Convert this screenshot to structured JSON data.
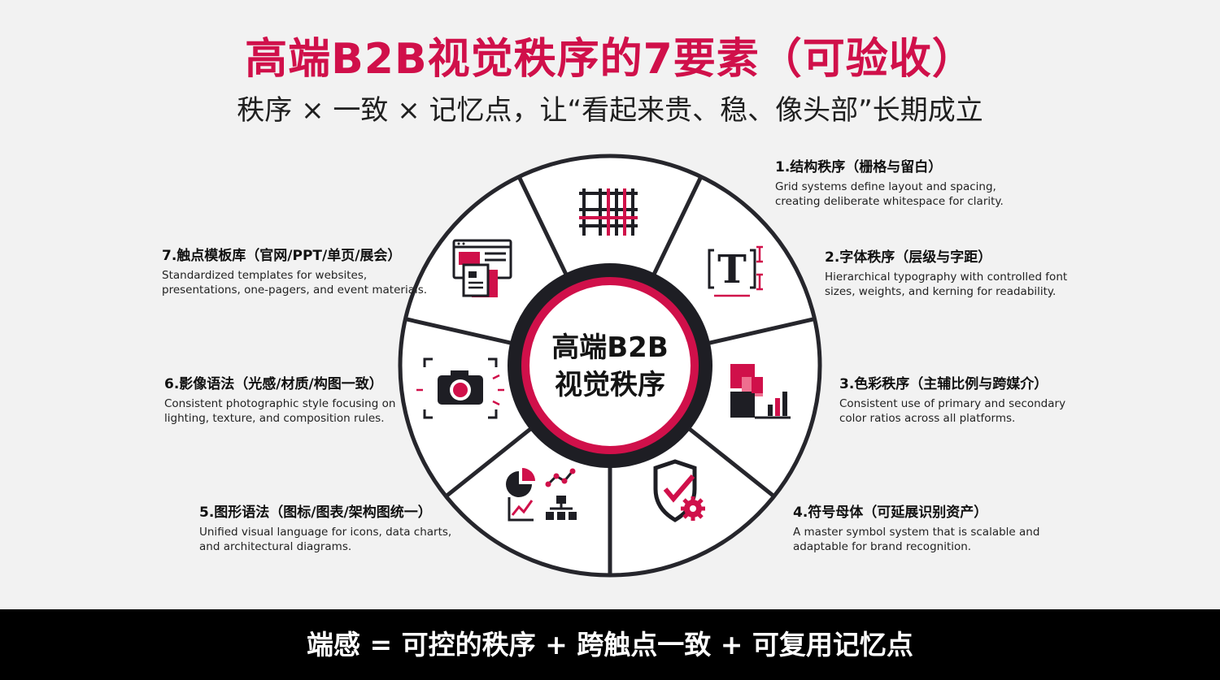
{
  "title": "高端B2B视觉秩序的7要素（可验收）",
  "subtitle": "秩序 × 一致 × 记忆点，让“看起来贵、稳、像头部”长期成立",
  "center": {
    "line1": "高端B2B",
    "line2": "视觉秩序"
  },
  "colors": {
    "accent": "#d0104a",
    "dark": "#1e1e24",
    "ring": "#2a2a30"
  },
  "icons": [
    "grid-icon",
    "typography-icon",
    "color-swatch-icon",
    "shield-check-gear-icon",
    "charts-diagram-icon",
    "camera-icon",
    "templates-icon"
  ],
  "items": [
    {
      "title": "1.结构秩序（栅格与留白）",
      "desc1": "Grid systems define layout and spacing,",
      "desc2": "creating deliberate whitespace for clarity."
    },
    {
      "title": "2.字体秩序（层级与字距）",
      "desc1": "Hierarchical typography with controlled font",
      "desc2": "sizes, weights, and kerning for readability."
    },
    {
      "title": "3.色彩秩序（主辅比例与跨媒介）",
      "desc1": "Consistent use of primary and secondary",
      "desc2": "color ratios across all platforms."
    },
    {
      "title": "4.符号母体（可延展识别资产）",
      "desc1": "A master symbol system that is scalable and",
      "desc2": "adaptable for brand recognition."
    },
    {
      "title": "5.图形语法（图标/图表/架构图统一）",
      "desc1": "Unified visual language for icons, data charts,",
      "desc2": "and architectural diagrams."
    },
    {
      "title": "6.影像语法（光感/材质/构图一致）",
      "desc1": "Consistent photographic style focusing on",
      "desc2": "lighting, texture, and composition rules."
    },
    {
      "title": "7.触点模板库（官网/PPT/单页/展会）",
      "desc1": "Standardized templates for websites,",
      "desc2": "presentations, one-pagers, and event materials."
    }
  ],
  "footer": "端感 = 可控的秩序 + 跨触点一致 + 可复用记忆点"
}
